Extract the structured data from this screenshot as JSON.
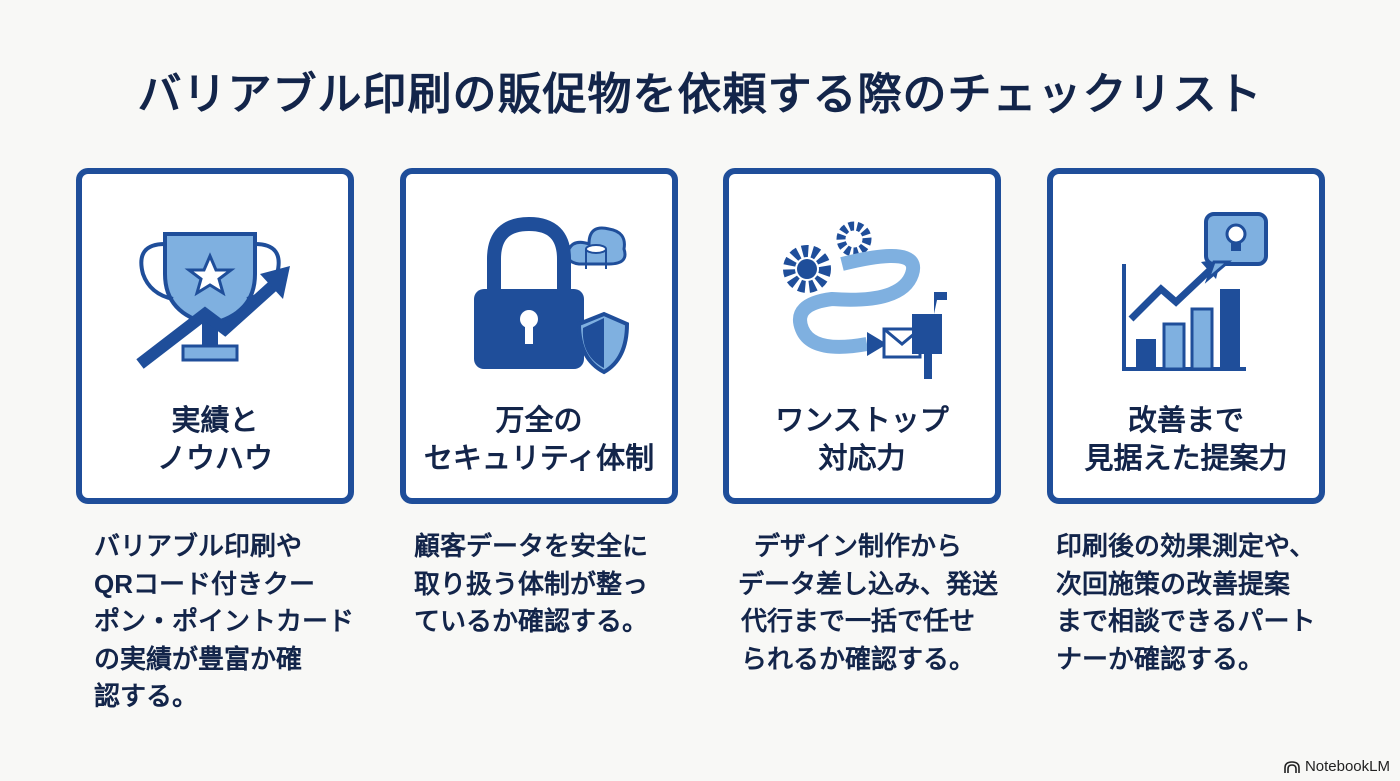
{
  "title": "バリアブル印刷の販促物を依頼する際のチェックリスト",
  "cards": [
    {
      "icon": "trophy-growth-icon",
      "title": [
        "実績と",
        "ノウハウ"
      ],
      "desc": [
        "バリアブル印刷や",
        "QRコード付きクー",
        "ポン・ポイントカード",
        "の実績が豊富か確",
        "認する。"
      ]
    },
    {
      "icon": "lock-shield-icon",
      "title": [
        "万全の",
        "セキュリティ体制"
      ],
      "desc": [
        "顧客データを安全に",
        "取り扱う体制が整っ",
        "ているか確認する。"
      ]
    },
    {
      "icon": "gears-mailbox-icon",
      "title": [
        "ワンストップ",
        "対応力"
      ],
      "desc": [
        "デザイン制作から",
        "データ差し込み、発送",
        "代行まで一括で任せ",
        "られるか確認する。"
      ]
    },
    {
      "icon": "chart-lightbulb-icon",
      "title": [
        "改善まで",
        "見据えた提案力"
      ],
      "desc": [
        "印刷後の効果測定や、",
        "次回施策の改善提案",
        "まで相談できるパート",
        "ナーか確認する。"
      ]
    }
  ],
  "brand": "NotebookLM",
  "colors": {
    "navy": "#13254a",
    "blue": "#1f4e9a",
    "light": "#7fb0e0"
  }
}
